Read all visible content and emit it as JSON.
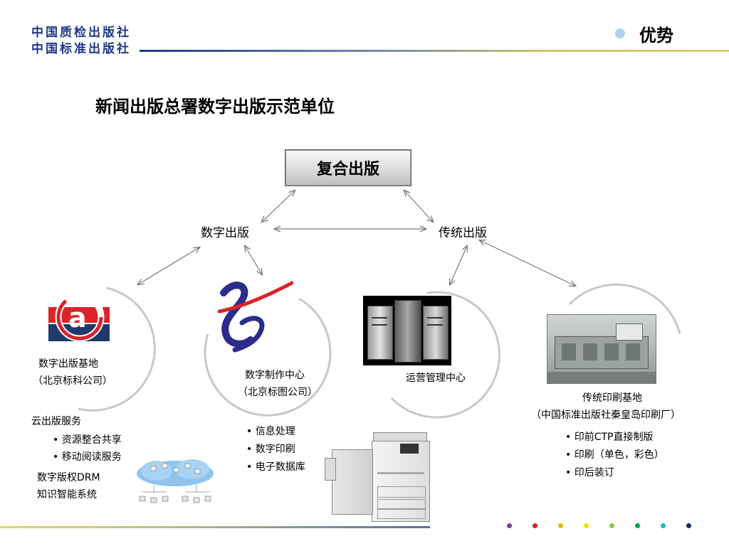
{
  "header": {
    "logo_line1": "中国质检出版社",
    "logo_line2": "中国标准出版社",
    "corner_title": "优势"
  },
  "main_title": "新闻出版总署数字出版示范单位",
  "diagram": {
    "top_box": "复合出版",
    "digital_publishing": "数字出版",
    "traditional_publishing": "传统出版",
    "nodes": {
      "base": {
        "line1": "数字出版基地",
        "line2": "（北京标科公司）"
      },
      "production": {
        "line1": "数字制作中心",
        "line2": "（北京标图公司）"
      },
      "operations": {
        "line1": "运营管理中心"
      },
      "printing": {
        "line1": "传统印刷基地",
        "line2": "（中国标准出版社秦皇岛印刷厂）"
      }
    },
    "cloud": {
      "title": "云出版服务",
      "items": [
        "• 资源整合共享",
        "• 移动阅读服务"
      ],
      "extra1": "数字版权DRM",
      "extra2": "知识智能系统"
    },
    "production_items": [
      "• 信息处理",
      "• 数字印刷",
      "• 电子数据库"
    ],
    "printing_items": [
      "• 印前CTP直接制版",
      "• 印刷（单色，彩色）",
      "• 印后装订"
    ]
  },
  "footer_dots": [
    "#7b3fa0",
    "#d91f26",
    "#f0b400",
    "#f2e600",
    "#8cc63f",
    "#00a651",
    "#1fb5d6",
    "#1b2a6b"
  ],
  "colors": {
    "arrow": "#7a7a7a",
    "arc": "#c8c8c8",
    "accent_blue": "#1f3a8a"
  }
}
